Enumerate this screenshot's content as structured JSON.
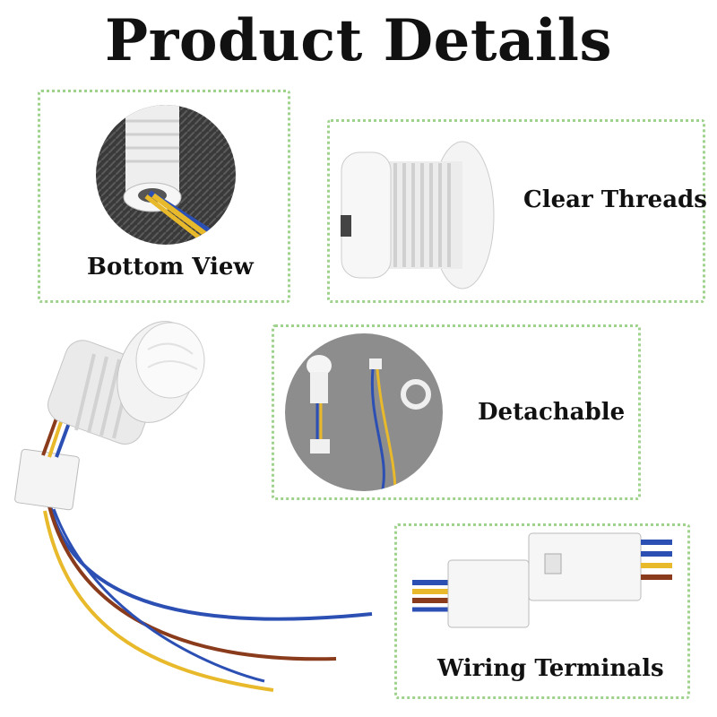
{
  "page": {
    "title": "Product Details"
  },
  "panels": {
    "bottom_view": {
      "label": "Bottom View"
    },
    "clear_threads": {
      "label": "Clear Threads"
    },
    "detachable": {
      "label": "Detachable"
    },
    "wiring_terminals": {
      "label": "Wiring Terminals"
    }
  },
  "colors": {
    "panel_border": "#9fd28c",
    "wire_blue": "#2c4fb4",
    "wire_yellow": "#e8b92a",
    "wire_brown": "#8a3b1c",
    "plastic_white": "#f1f1f1"
  }
}
